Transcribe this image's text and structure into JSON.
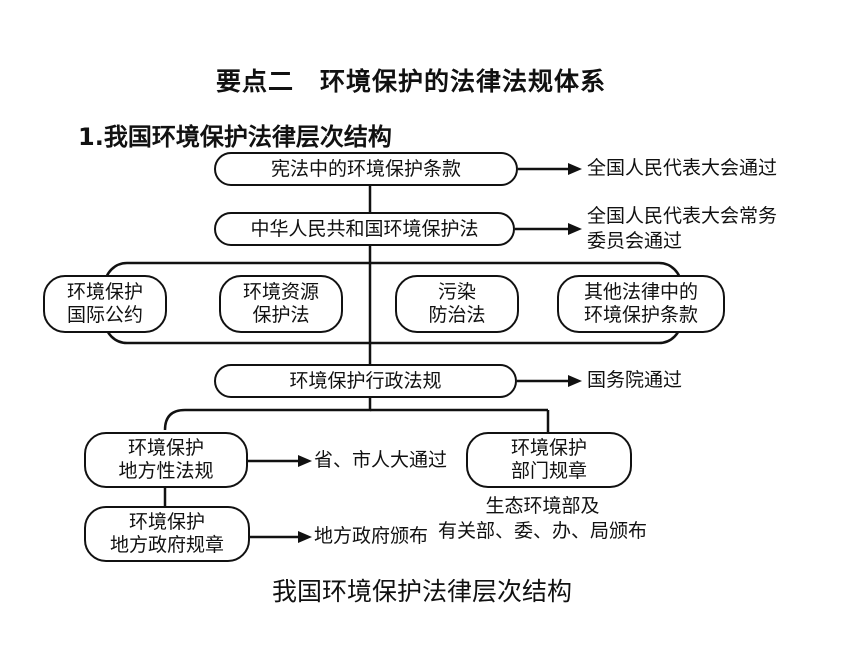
{
  "heading": "要点二　环境保护的法律法规体系",
  "subheading": "1.我国环境保护法律层次结构",
  "diagram": {
    "constitution": "宪法中的环境保护条款",
    "env_law": "中华人民共和国环境保护法",
    "mid_row": [
      [
        "环境保护",
        "国际公约"
      ],
      [
        "环境资源",
        "保护法"
      ],
      [
        "污染",
        "防治法"
      ],
      [
        "其他法律中的",
        "环境保护条款"
      ]
    ],
    "admin_reg": "环境保护行政法规",
    "local_reg": [
      "环境保护",
      "地方性法规"
    ],
    "dept_rules": [
      "环境保护",
      "部门规章"
    ],
    "local_gov_rules": [
      "环境保护",
      "地方政府规章"
    ]
  },
  "notes": {
    "constitution": "全国人民代表大会通过",
    "env_law": [
      "全国人民代表大会常务",
      "委员会通过"
    ],
    "admin_reg": "国务院通过",
    "local_reg": "省、市人大通过",
    "dept_rules": [
      "生态环境部及",
      "有关部、委、办、局颁布"
    ],
    "local_gov_rules": "地方政府颁布"
  },
  "caption": "我国环境保护法律层次结构"
}
